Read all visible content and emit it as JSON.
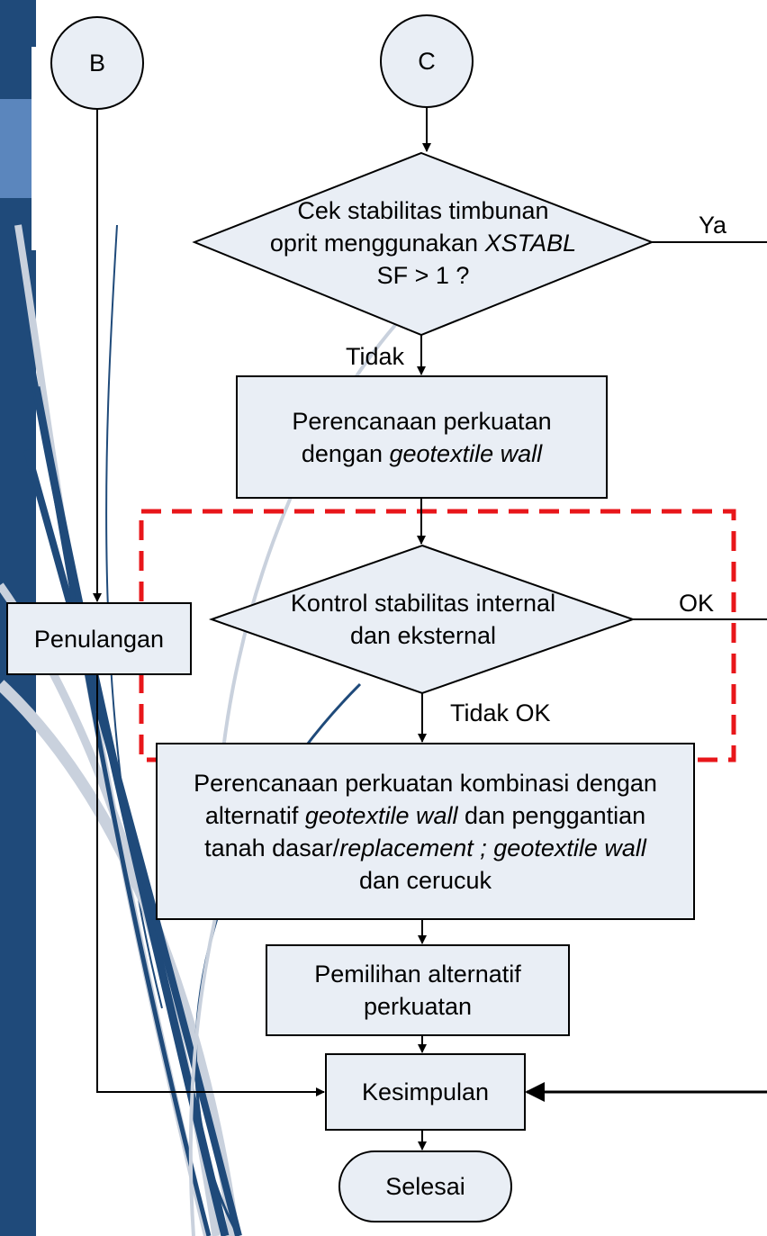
{
  "connectors": {
    "b": "B",
    "c": "C"
  },
  "decision1": {
    "line1": "Cek stabilitas timbunan",
    "line2_pre": "oprit menggunakan ",
    "line2_em": "XSTABL",
    "line3": "SF > 1 ?"
  },
  "labels": {
    "ya": "Ya",
    "tidak": "Tidak",
    "ok": "OK",
    "tidak_ok": "Tidak OK"
  },
  "process1": {
    "line1": "Perencanaan perkuatan",
    "line2_pre": "dengan ",
    "line2_em": "geotextile wall"
  },
  "decision2": {
    "line1": "Kontrol stabilitas internal",
    "line2": "dan eksternal"
  },
  "penulangan": "Penulangan",
  "process2": {
    "line1": "Perencanaan perkuatan kombinasi dengan",
    "line2_pre": "alternatif ",
    "line2_em": "geotextile wall",
    "line2_post": " dan penggantian",
    "line3_pre": "tanah dasar/",
    "line3_em": "replacement ; geotextile wall",
    "line4": "dan cerucuk"
  },
  "process3": {
    "line1": "Pemilihan alternatif",
    "line2": "perkuatan"
  },
  "kesimpulan": "Kesimpulan",
  "selesai": "Selesai",
  "colors": {
    "sidebar": "#1f4a7a",
    "node_fill": "#e9eef5",
    "highlight_dash": "#e8161a",
    "line": "#000000"
  }
}
